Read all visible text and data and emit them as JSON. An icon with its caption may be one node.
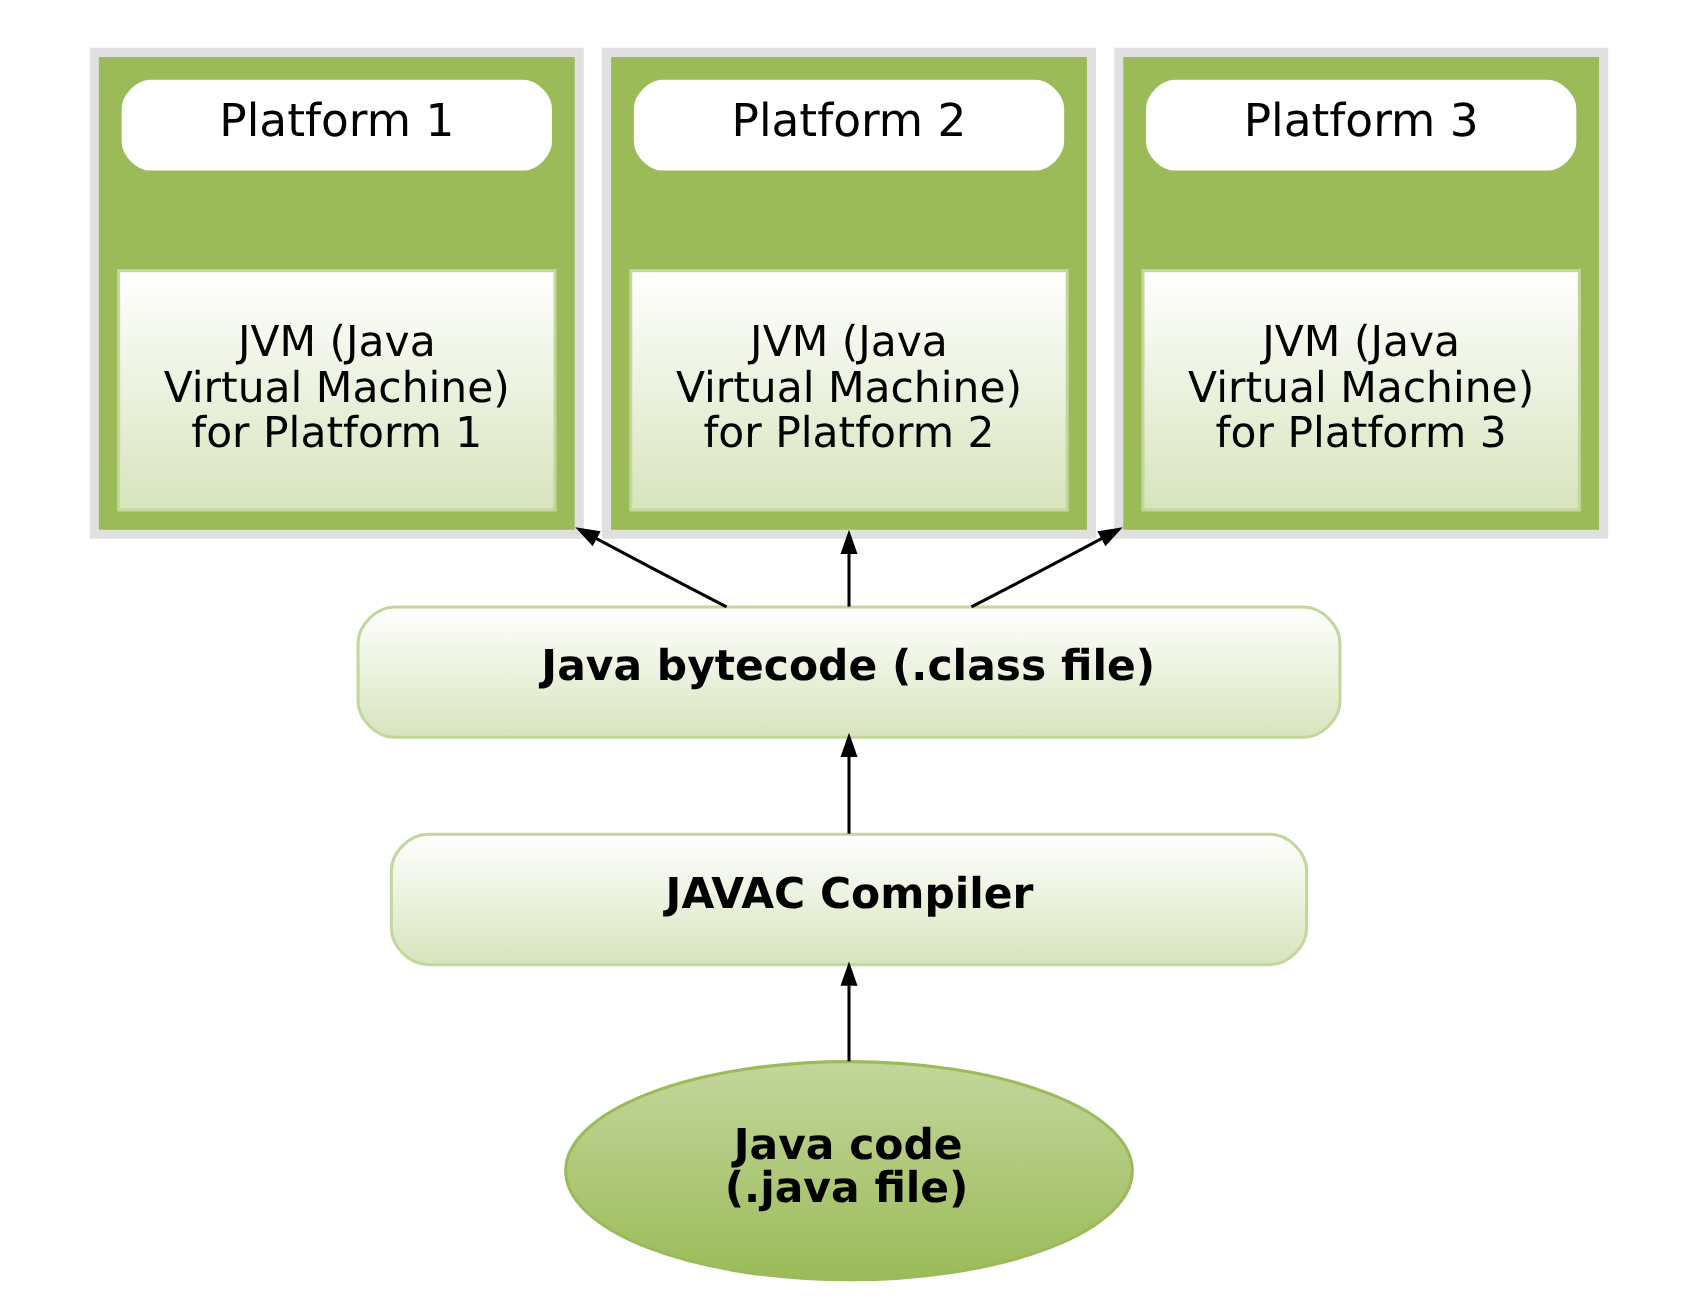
{
  "diagram": {
    "nodes": [
      {
        "text": [],
        "shape": "box"
      },
      {
        "text": [
          "Platform 1"
        ],
        "in": 0
      },
      {
        "text": [
          "JVM (Java Virtual Machine) for Platform 1"
        ],
        "in": 0
      },
      {
        "text": [],
        "shape": "box"
      },
      {
        "text": [
          "Platform 2"
        ],
        "in": 3
      },
      {
        "text": [
          "JVM (Java Virtual Machine) for Platform 2"
        ],
        "in": 3
      },
      {
        "text": [],
        "shape": "box"
      },
      {
        "text": [
          "Platform 3"
        ],
        "in": 6
      },
      {
        "text": [
          "JVM (Java Virtual Machine) for Platform 3"
        ],
        "in": 6
      },
      {
        "text": [
          "Java bytecode (.class file)"
        ]
      },
      {
        "text": [
          "JAVAC Compiler"
        ]
      },
      {
        "text": [
          "Java code (.java file)"
        ]
      }
    ],
    "edges": [
      {
        "from": 11,
        "to": 10,
        "arrow": "to"
      },
      {
        "from": 10,
        "to": 9,
        "arrow": "to"
      },
      {
        "from": 9,
        "to": 0,
        "arrow": "to"
      },
      {
        "from": 9,
        "to": 3,
        "arrow": "to"
      },
      {
        "from": 9,
        "to": 6,
        "arrow": "to"
      }
    ]
  }
}
